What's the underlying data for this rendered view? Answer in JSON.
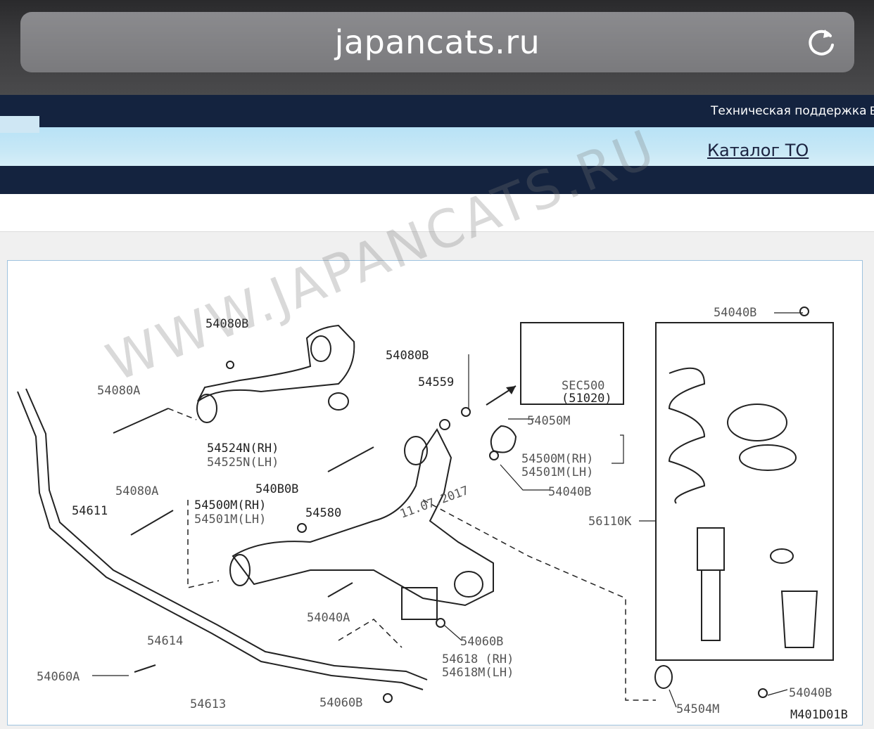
{
  "browser": {
    "url_text": "japancats.ru",
    "reload_icon": "reload-icon"
  },
  "nav": {
    "support_label": "Техническая поддержка",
    "cut_text": "Е",
    "catalog_label": "Каталог ТО"
  },
  "diagram": {
    "watermark": "WWW.JAPANCATS.RU",
    "date_stamp": "11.07.2017",
    "figure_code": "M401D01B",
    "callouts": {
      "c54080B_top": "54080B",
      "c54080B_mid": "54080B",
      "c54080A_top": "54080A",
      "c54080A_mid": "54080A",
      "c54559": "54559",
      "c54524N": "54524N(RH)",
      "c54525N": "54525N(LH)",
      "c540B0B": "540B0B",
      "c54580": "54580",
      "c54611": "54611",
      "c54500M_rh": "54500M(RH)",
      "c54501M_lh": "54501M(LH)",
      "c54050M": "54050M",
      "c54500M_rh2": "54500M(RH)",
      "c54501M_lh2": "54501M(LH)",
      "c54040B_upper": "54040B",
      "c54040B_mid": "54040B",
      "c54040B_lower": "54040B",
      "c56110K": "56110K",
      "c54040A": "54040A",
      "c54060B_a": "54060B",
      "c54060B_b": "54060B",
      "c54618_rh": "54618  (RH)",
      "c54618M_lh": "54618M(LH)",
      "c54614": "54614",
      "c54060A": "54060A",
      "c54613": "54613",
      "c54504M": "54504M",
      "sec500": "SEC500",
      "sec_code": "(51020)"
    }
  }
}
